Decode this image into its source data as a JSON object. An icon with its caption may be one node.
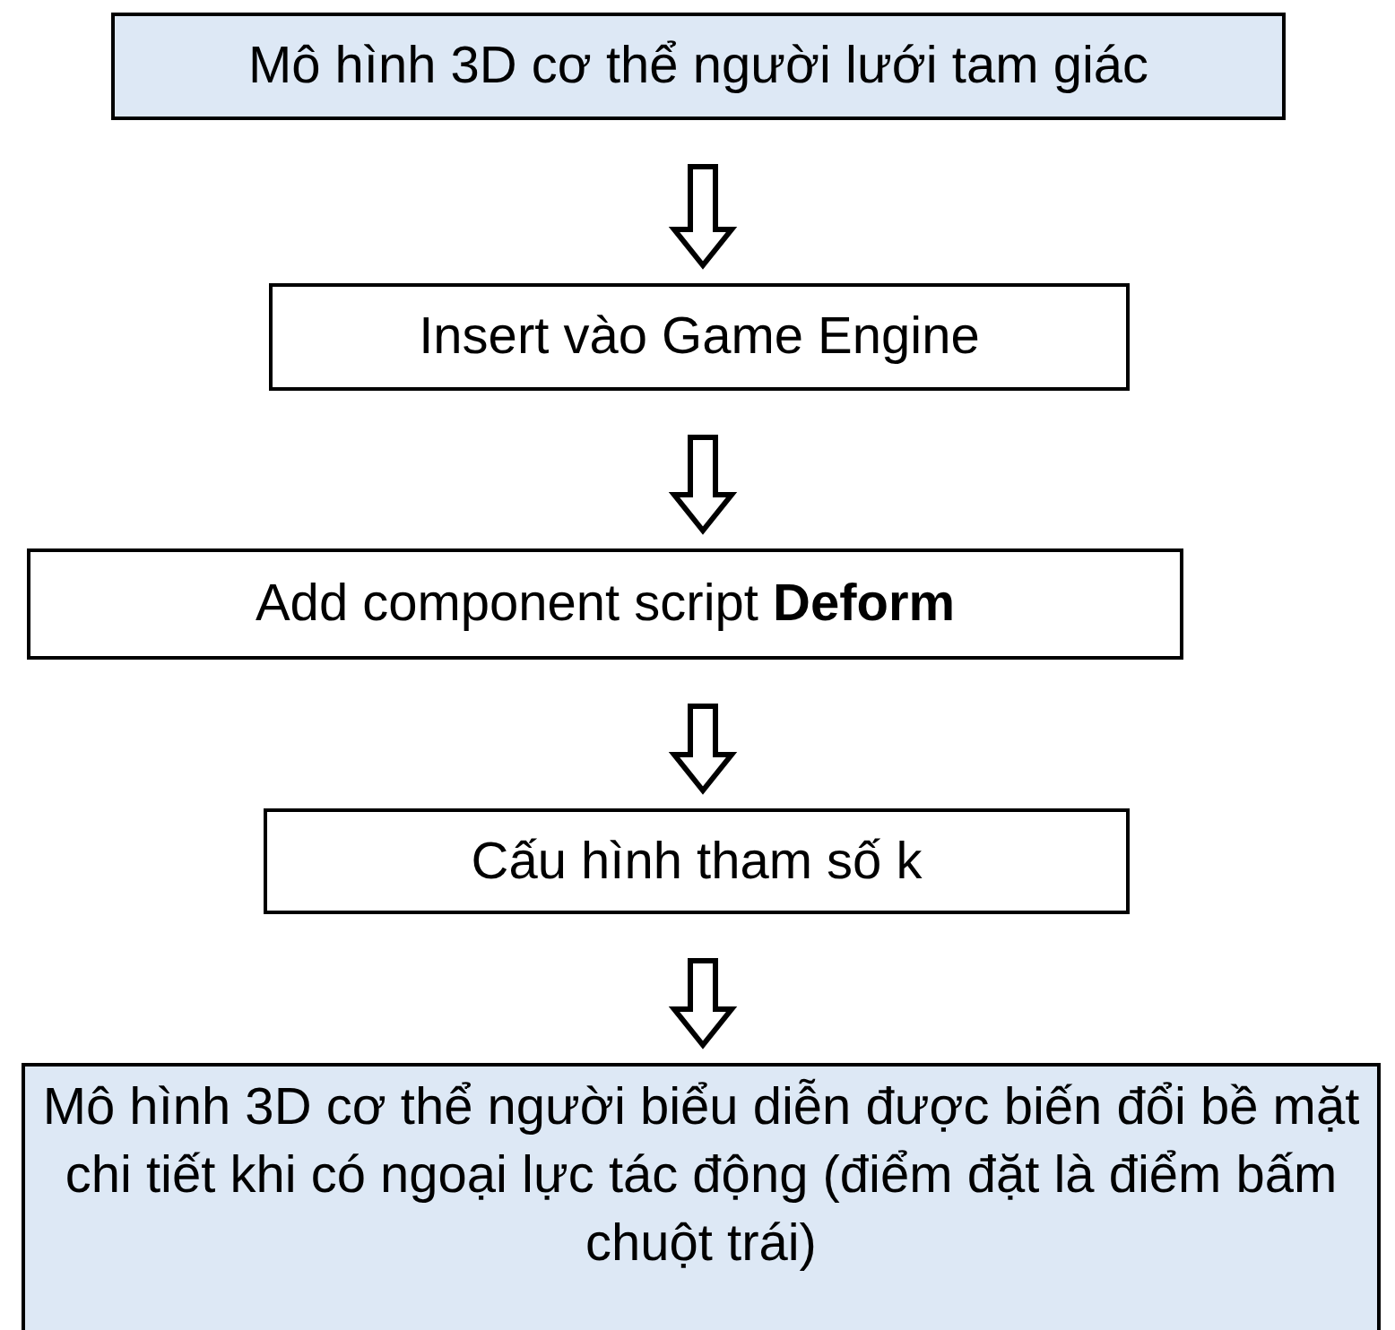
{
  "diagram": {
    "nodes": [
      {
        "text": [
          "Mô hình 3D cơ thể người lưới tam giác"
        ]
      },
      {
        "text": [
          "Insert vào Game Engine"
        ]
      },
      {
        "text": [
          "Add component script **Deform**"
        ]
      },
      {
        "text": [
          "Cấu hình tham số k"
        ]
      },
      {
        "text": [
          "Mô hình 3D cơ thể người biểu diễn được biến đổi bề mặt chi tiết khi có ngoại lực tác động (điểm đặt là điểm bấm chuột trái)"
        ]
      }
    ],
    "edges": [
      {
        "from": 0,
        "to": 1,
        "arrow": "to"
      },
      {
        "from": 1,
        "to": 2,
        "arrow": "to"
      },
      {
        "from": 2,
        "to": 3,
        "arrow": "to"
      },
      {
        "from": 3,
        "to": 4,
        "arrow": "to"
      }
    ]
  }
}
